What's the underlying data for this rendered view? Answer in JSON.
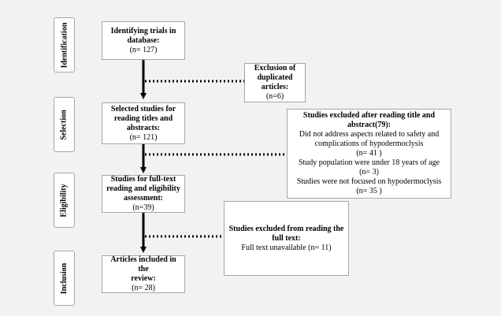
{
  "stages": [
    {
      "id": "identification",
      "label": "Identification"
    },
    {
      "id": "selection",
      "label": "Selection"
    },
    {
      "id": "eligibility",
      "label": "Eligibility"
    },
    {
      "id": "inclusion",
      "label": "Inclusion"
    }
  ],
  "main_boxes": [
    {
      "id": "identifying",
      "title_lines": [
        "Identifying trials in",
        "database:"
      ],
      "count": "(n= 127)"
    },
    {
      "id": "selected",
      "title_lines": [
        "Selected studies for",
        "reading titles and",
        "abstracts:"
      ],
      "count": "(n= 121)"
    },
    {
      "id": "fulltext",
      "title_lines": [
        "Studies for full-text",
        "reading and eligibility",
        "assessment:"
      ],
      "count": "(n=39)"
    },
    {
      "id": "included",
      "title_lines": [
        "Articles included in the",
        "review:"
      ],
      "count": "(n= 28)"
    }
  ],
  "exclusion_boxes": [
    {
      "id": "duplicates",
      "title_lines": [
        "Exclusion of",
        "duplicated",
        "articles:"
      ],
      "body_lines": [
        "(n=6)"
      ]
    },
    {
      "id": "title-abstract",
      "title_lines": [
        "Studies excluded after reading title and",
        "abstract(79):"
      ],
      "body_lines": [
        "Did not address aspects related to safety and",
        "complications of hypodermoclysis",
        "(n= 41 )",
        "Study population were under 18 years of age",
        "(n= 3)",
        "Studies were not focused on hypodermoclysis",
        "(n= 35 )"
      ]
    },
    {
      "id": "full-text-excluded",
      "title_lines": [
        "Studies excluded from reading the",
        "full text:"
      ],
      "body_lines": [
        "Full text unavailable (n= 11)"
      ]
    }
  ]
}
